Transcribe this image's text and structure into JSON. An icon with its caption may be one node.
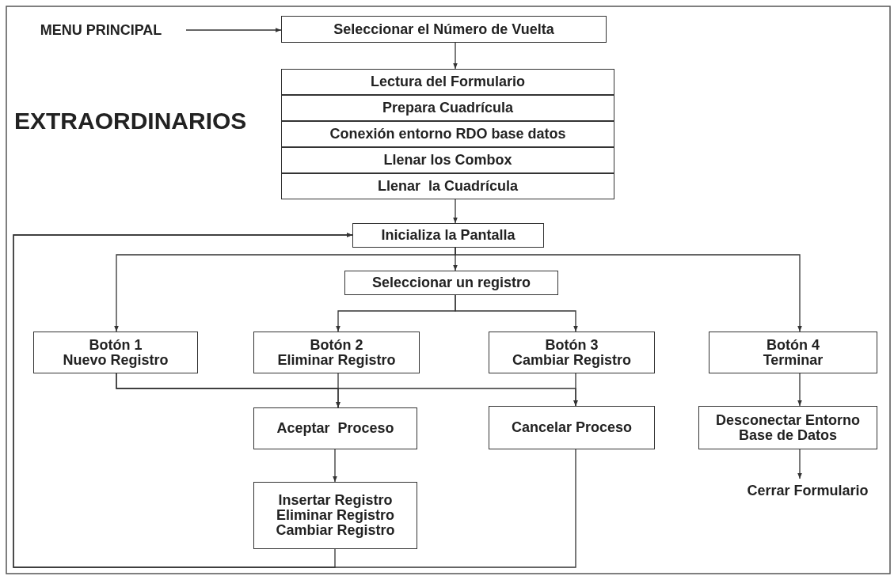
{
  "diagram": {
    "nodes": [
      {
        "text": [
          "MENU PRINCIPAL"
        ]
      },
      {
        "text": [
          "Seleccionar el Número de Vuelta"
        ]
      },
      {
        "text": [
          "Lectura del Formulario"
        ]
      },
      {
        "text": [
          "Prepara Cuadrícula"
        ]
      },
      {
        "text": [
          "Conexión entorno RDO base datos"
        ]
      },
      {
        "text": [
          "Llenar los Combox"
        ]
      },
      {
        "text": [
          "Llenar  la Cuadrícula"
        ]
      },
      {
        "text": [
          "Inicializa la Pantalla"
        ]
      },
      {
        "text": [
          "Seleccionar un registro"
        ]
      },
      {
        "text": [
          "Botón 1",
          "Nuevo Registro"
        ]
      },
      {
        "text": [
          "Botón 2",
          "Eliminar Registro"
        ]
      },
      {
        "text": [
          "Botón 3",
          "Cambiar Registro"
        ]
      },
      {
        "text": [
          "Botón 4",
          "Terminar"
        ]
      },
      {
        "text": [
          "Aceptar  Proceso"
        ]
      },
      {
        "text": [
          "Cancelar Proceso"
        ]
      },
      {
        "text": [
          "Desconectar Entorno Base de Datos"
        ]
      },
      {
        "text": [
          "Insertar Registro",
          "Eliminar Registro",
          "Cambiar Registro"
        ]
      },
      {
        "text": [
          "Cerrar Formulario"
        ]
      }
    ],
    "edges": [
      {
        "from": 0,
        "to": 1,
        "arrow": "to"
      },
      {
        "from": 1,
        "to": 2,
        "arrow": "to"
      },
      {
        "from": 6,
        "to": 7,
        "arrow": "to"
      },
      {
        "from": 7,
        "to": 8,
        "arrow": "to"
      },
      {
        "from": 7,
        "to": 9,
        "arrow": "to"
      },
      {
        "from": 7,
        "to": 12,
        "arrow": "to"
      },
      {
        "from": 8,
        "to": 10,
        "arrow": "to"
      },
      {
        "from": 8,
        "to": 11,
        "arrow": "to"
      },
      {
        "from": 9,
        "to": 13,
        "arrow": "to"
      },
      {
        "from": 9,
        "to": 14,
        "arrow": "to"
      },
      {
        "from": 10,
        "to": 13,
        "arrow": "to"
      },
      {
        "from": 11,
        "to": 14,
        "arrow": "to"
      },
      {
        "from": 12,
        "to": 15,
        "arrow": "to"
      },
      {
        "from": 13,
        "to": 16,
        "arrow": "to"
      },
      {
        "from": 15,
        "to": 17,
        "arrow": "to"
      },
      {
        "from": 16,
        "to": 7,
        "arrow": "to"
      },
      {
        "from": 14,
        "to": 7,
        "arrow": "to"
      }
    ],
    "labels": [
      "EXTRAORDINARIOS"
    ]
  }
}
